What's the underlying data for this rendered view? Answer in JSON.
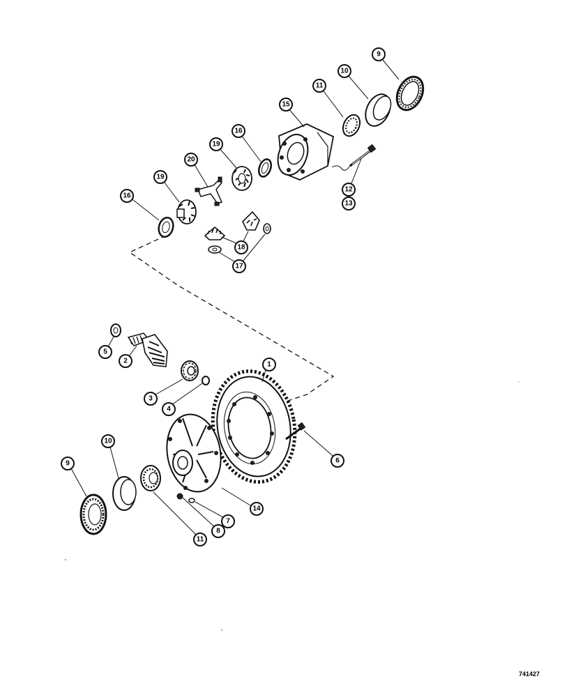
{
  "figure_id": "741427",
  "callouts": [
    "1",
    "2",
    "3",
    "4",
    "5",
    "6",
    "7",
    "8",
    "9",
    "10",
    "11",
    "12",
    "13",
    "14",
    "15",
    "16",
    "17",
    "18",
    "19",
    "20"
  ],
  "colors": {
    "ink": "#111111",
    "paper": "#ffffff"
  }
}
